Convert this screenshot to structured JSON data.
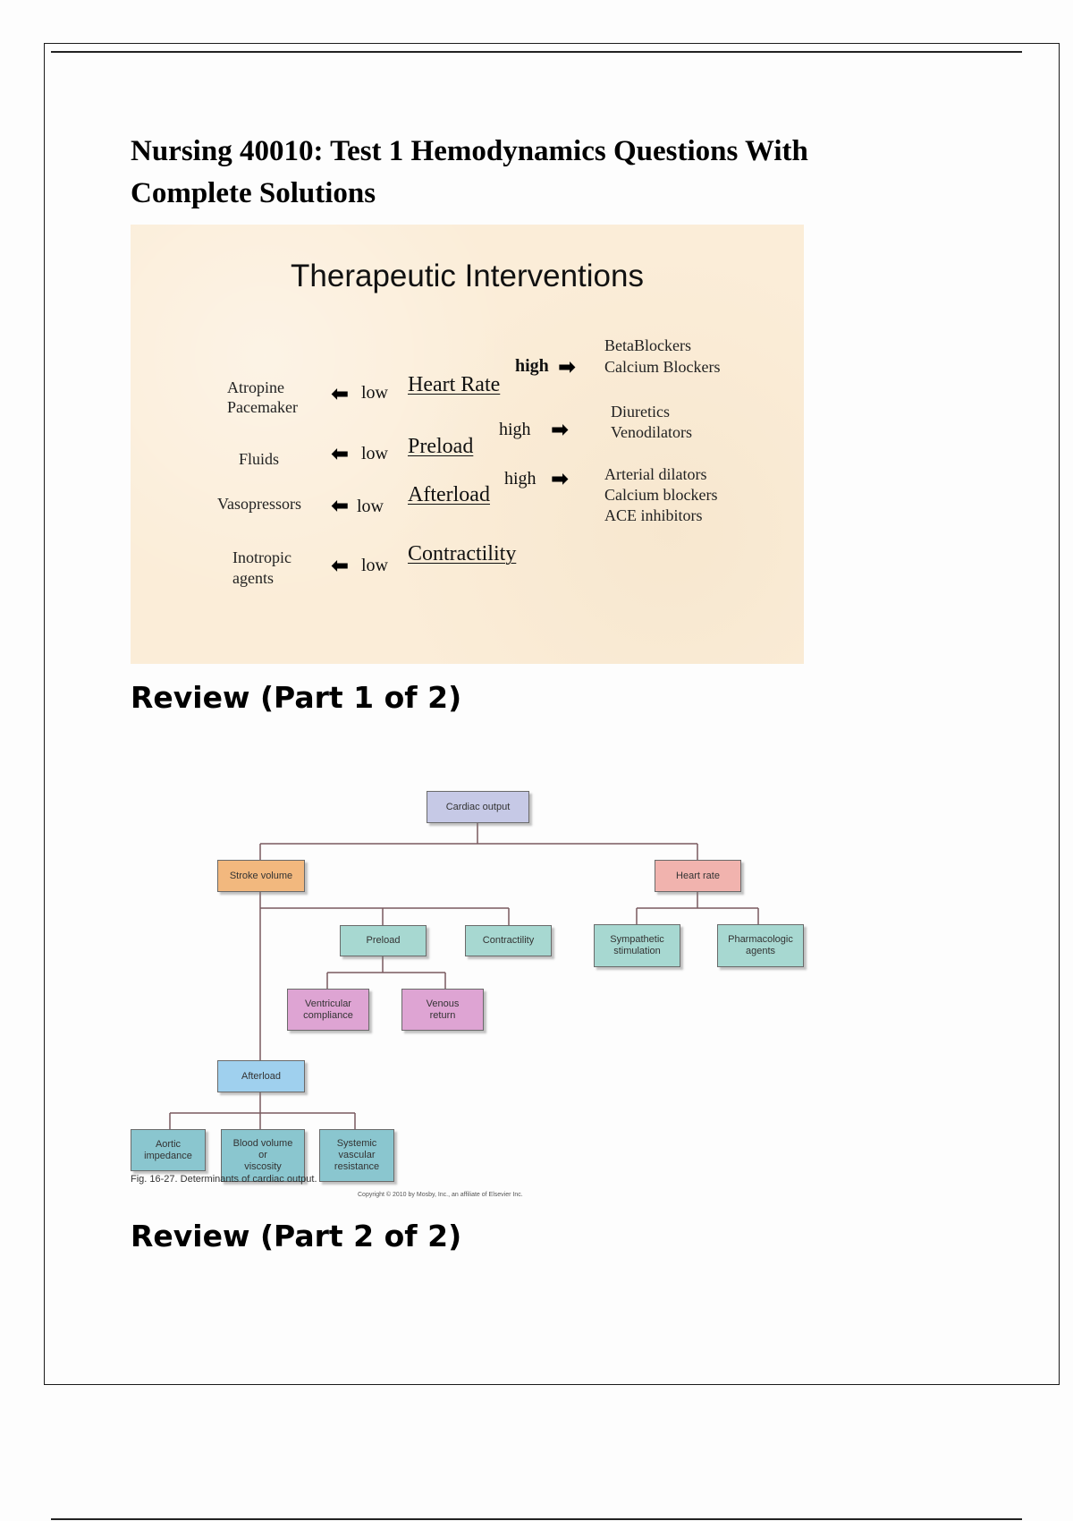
{
  "document": {
    "title": "Nursing 40010: Test 1 Hemodynamics Questions With Complete Solutions",
    "section_1": "Review (Part 1 of 2)",
    "section_2": "Review (Part 2 of 2)"
  },
  "slide": {
    "title": "Therapeutic Interventions",
    "rows": [
      {
        "parameter": "Heart Rate",
        "low_label": "low",
        "low_interventions": [
          "Atropine",
          "Pacemaker"
        ],
        "high_label": "high",
        "high_interventions": [
          "BetaBlockers",
          "Calcium Blockers"
        ]
      },
      {
        "parameter": "Preload",
        "low_label": "low",
        "low_interventions": [
          "Fluids"
        ],
        "high_label": "high",
        "high_interventions": [
          "Diuretics",
          "Venodilators"
        ]
      },
      {
        "parameter": "Afterload",
        "low_label": "low",
        "low_interventions": [
          "Vasopressors"
        ],
        "high_label": "high",
        "high_interventions": [
          "Arterial dilators",
          "Calcium blockers",
          "ACE inhibitors"
        ]
      },
      {
        "parameter": "Contractility",
        "low_label": "low",
        "low_interventions": [
          "Inotropic",
          "agents"
        ]
      }
    ]
  },
  "flowchart": {
    "nodes": {
      "cardiac_output": "Cardiac output",
      "stroke_volume": "Stroke volume",
      "heart_rate": "Heart rate",
      "preload": "Preload",
      "contractility": "Contractility",
      "sympathetic": [
        "Sympathetic",
        "stimulation"
      ],
      "pharmacologic": [
        "Pharmacologic",
        "agents"
      ],
      "ventricular": [
        "Ventricular",
        "compliance"
      ],
      "venous": [
        "Venous",
        "return"
      ],
      "afterload": "Afterload",
      "aortic": [
        "Aortic",
        "impedance"
      ],
      "blood_volume": [
        "Blood volume",
        "or",
        "viscosity"
      ],
      "svr": [
        "Systemic",
        "vascular",
        "resistance"
      ]
    },
    "caption": "Fig. 16-27. Determinants of cardiac output.",
    "copyright": "Copyright © 2010 by Mosby, Inc., an affiliate of Elsevier Inc."
  }
}
